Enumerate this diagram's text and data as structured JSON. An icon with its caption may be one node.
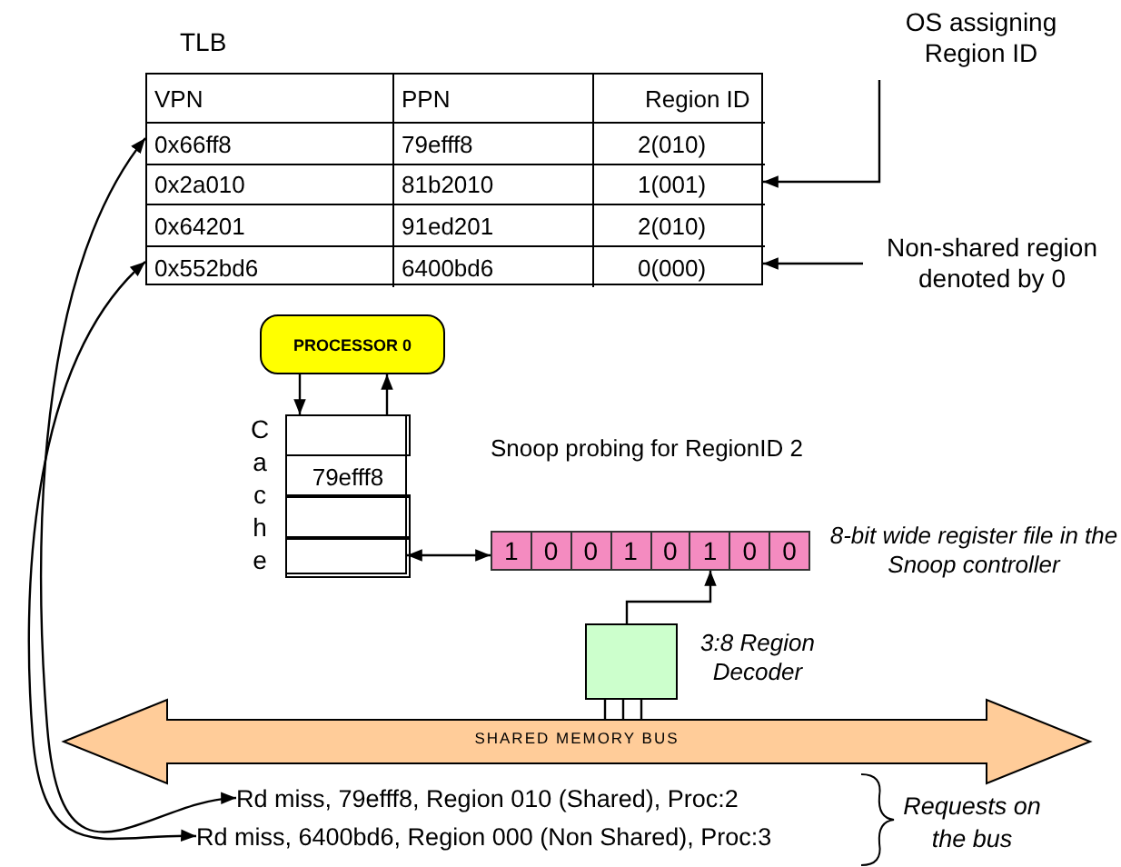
{
  "diagram": {
    "nodes": [
      {
        "text": [
          "TLB"
        ]
      },
      {
        "text": [
          "VPN",
          "PPN",
          "Region ID"
        ],
        "in": 0
      },
      {
        "text": [
          "0x66ff8",
          "79efff8",
          "2(010)"
        ],
        "in": 0
      },
      {
        "text": [
          "0x2a010",
          "81b2010",
          "1(001)"
        ],
        "in": 0
      },
      {
        "text": [
          "0x64201",
          "91ed201",
          "2(010)"
        ],
        "in": 0
      },
      {
        "text": [
          "0x552bd6",
          "6400bd6",
          "0(000)"
        ],
        "in": 0
      },
      {
        "text": [
          "OS assigning Region ID"
        ]
      },
      {
        "text": [
          "Non-shared region denoted by 0"
        ]
      },
      {
        "text": [
          "PROCESSOR 0"
        ]
      },
      {
        "text": [
          "Cache"
        ]
      },
      {
        "text": [],
        "shape": "box",
        "in": 9
      },
      {
        "text": [
          "79efff8"
        ],
        "in": 9
      },
      {
        "text": [],
        "shape": "box",
        "in": 9
      },
      {
        "text": [],
        "shape": "box",
        "in": 9
      },
      {
        "text": [
          "Snoop probing for RegionID 2",
          "1",
          "0",
          "0",
          "1",
          "0",
          "1",
          "0",
          "0"
        ],
        "beside": [
          "8-bit wide register file in the Snoop controller"
        ]
      },
      {
        "text": [],
        "shape": "box",
        "beside": [
          "3:8 Region Decoder"
        ]
      },
      {
        "text": [
          "SHARED MEMORY BUS"
        ]
      },
      {
        "text": [
          "Rd miss, 79efff8, Region 010 (Shared), Proc:2"
        ]
      },
      {
        "text": [
          "Rd miss, 6400bd6, Region 000 (Non Shared), Proc:3"
        ]
      }
    ],
    "edges": [
      {
        "from": 6,
        "to": 3,
        "arrow": "to"
      },
      {
        "from": 7,
        "to": 5,
        "arrow": "to"
      },
      {
        "from": 8,
        "to": 9,
        "arrow": "to"
      },
      {
        "from": 9,
        "to": 8,
        "arrow": "to"
      },
      {
        "from": 13,
        "to": 14,
        "arrow": "both"
      },
      {
        "from": 15,
        "to": 14,
        "arrow": "to"
      },
      {
        "from": 16,
        "to": 15,
        "arrow": "none"
      },
      {
        "from": 2,
        "to": 17,
        "arrow": "both"
      },
      {
        "from": 5,
        "to": 18,
        "arrow": "both"
      }
    ],
    "labels": [
      "Requests on the bus"
    ]
  }
}
